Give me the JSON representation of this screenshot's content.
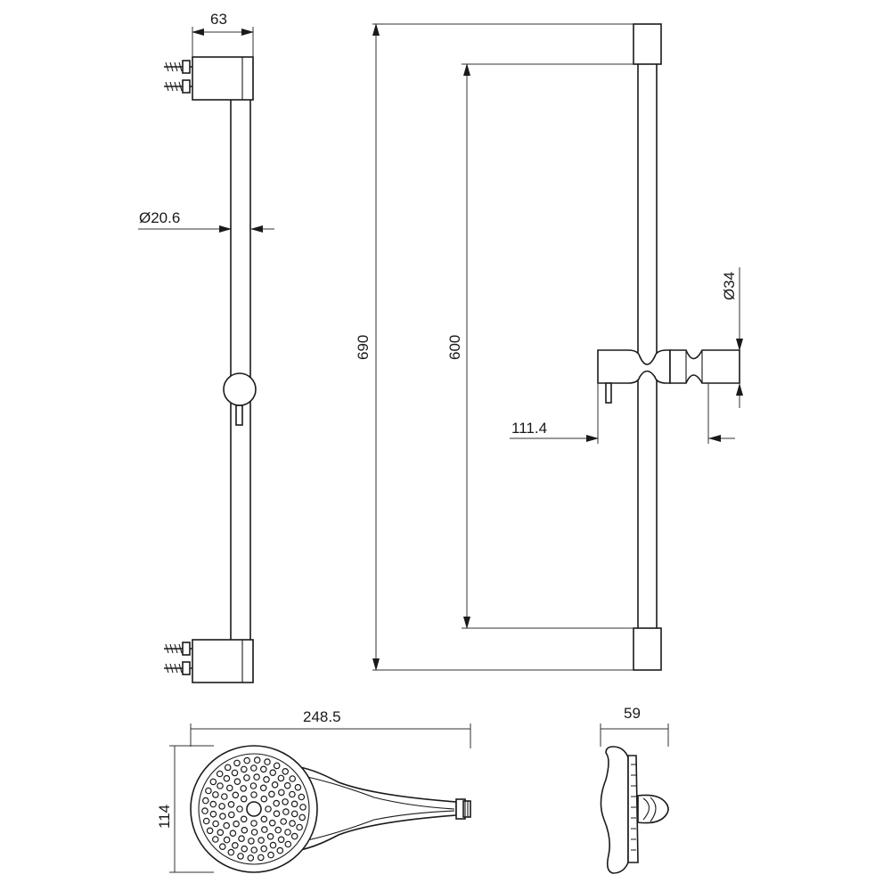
{
  "dimensions": {
    "bracket_width": "63",
    "rail_diameter": "Ø20.6",
    "total_length": "690",
    "bracket_spacing": "600",
    "holder_diameter": "Ø34",
    "holder_projection": "111.4",
    "head_length": "248.5",
    "head_width": "114",
    "head_depth": "59"
  }
}
